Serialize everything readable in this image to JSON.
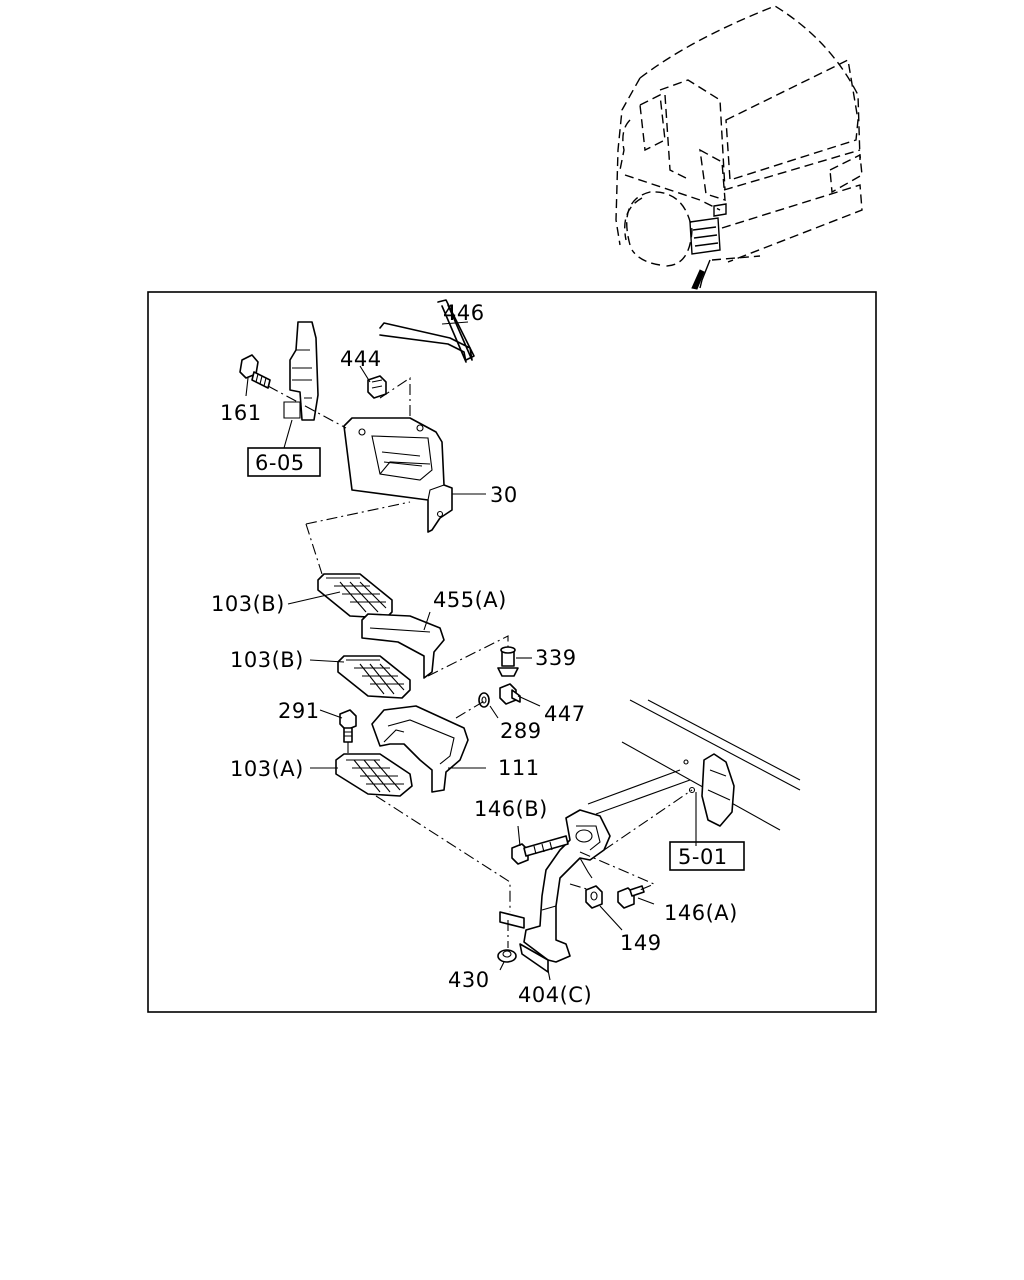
{
  "labels": {
    "p446": "446",
    "p444": "444",
    "p161": "161",
    "p30": "30",
    "p103b_upper": "103(B)",
    "p455a": "455(A)",
    "p103b_lower": "103(B)",
    "p339": "339",
    "p447": "447",
    "p289": "289",
    "p291": "291",
    "p111": "111",
    "p103a": "103(A)",
    "p146b": "146(B)",
    "p146a": "146(A)",
    "p149": "149",
    "p430": "430",
    "p404c": "404(C)"
  },
  "refs": {
    "ref_605": "6-05",
    "ref_501": "5-01"
  }
}
